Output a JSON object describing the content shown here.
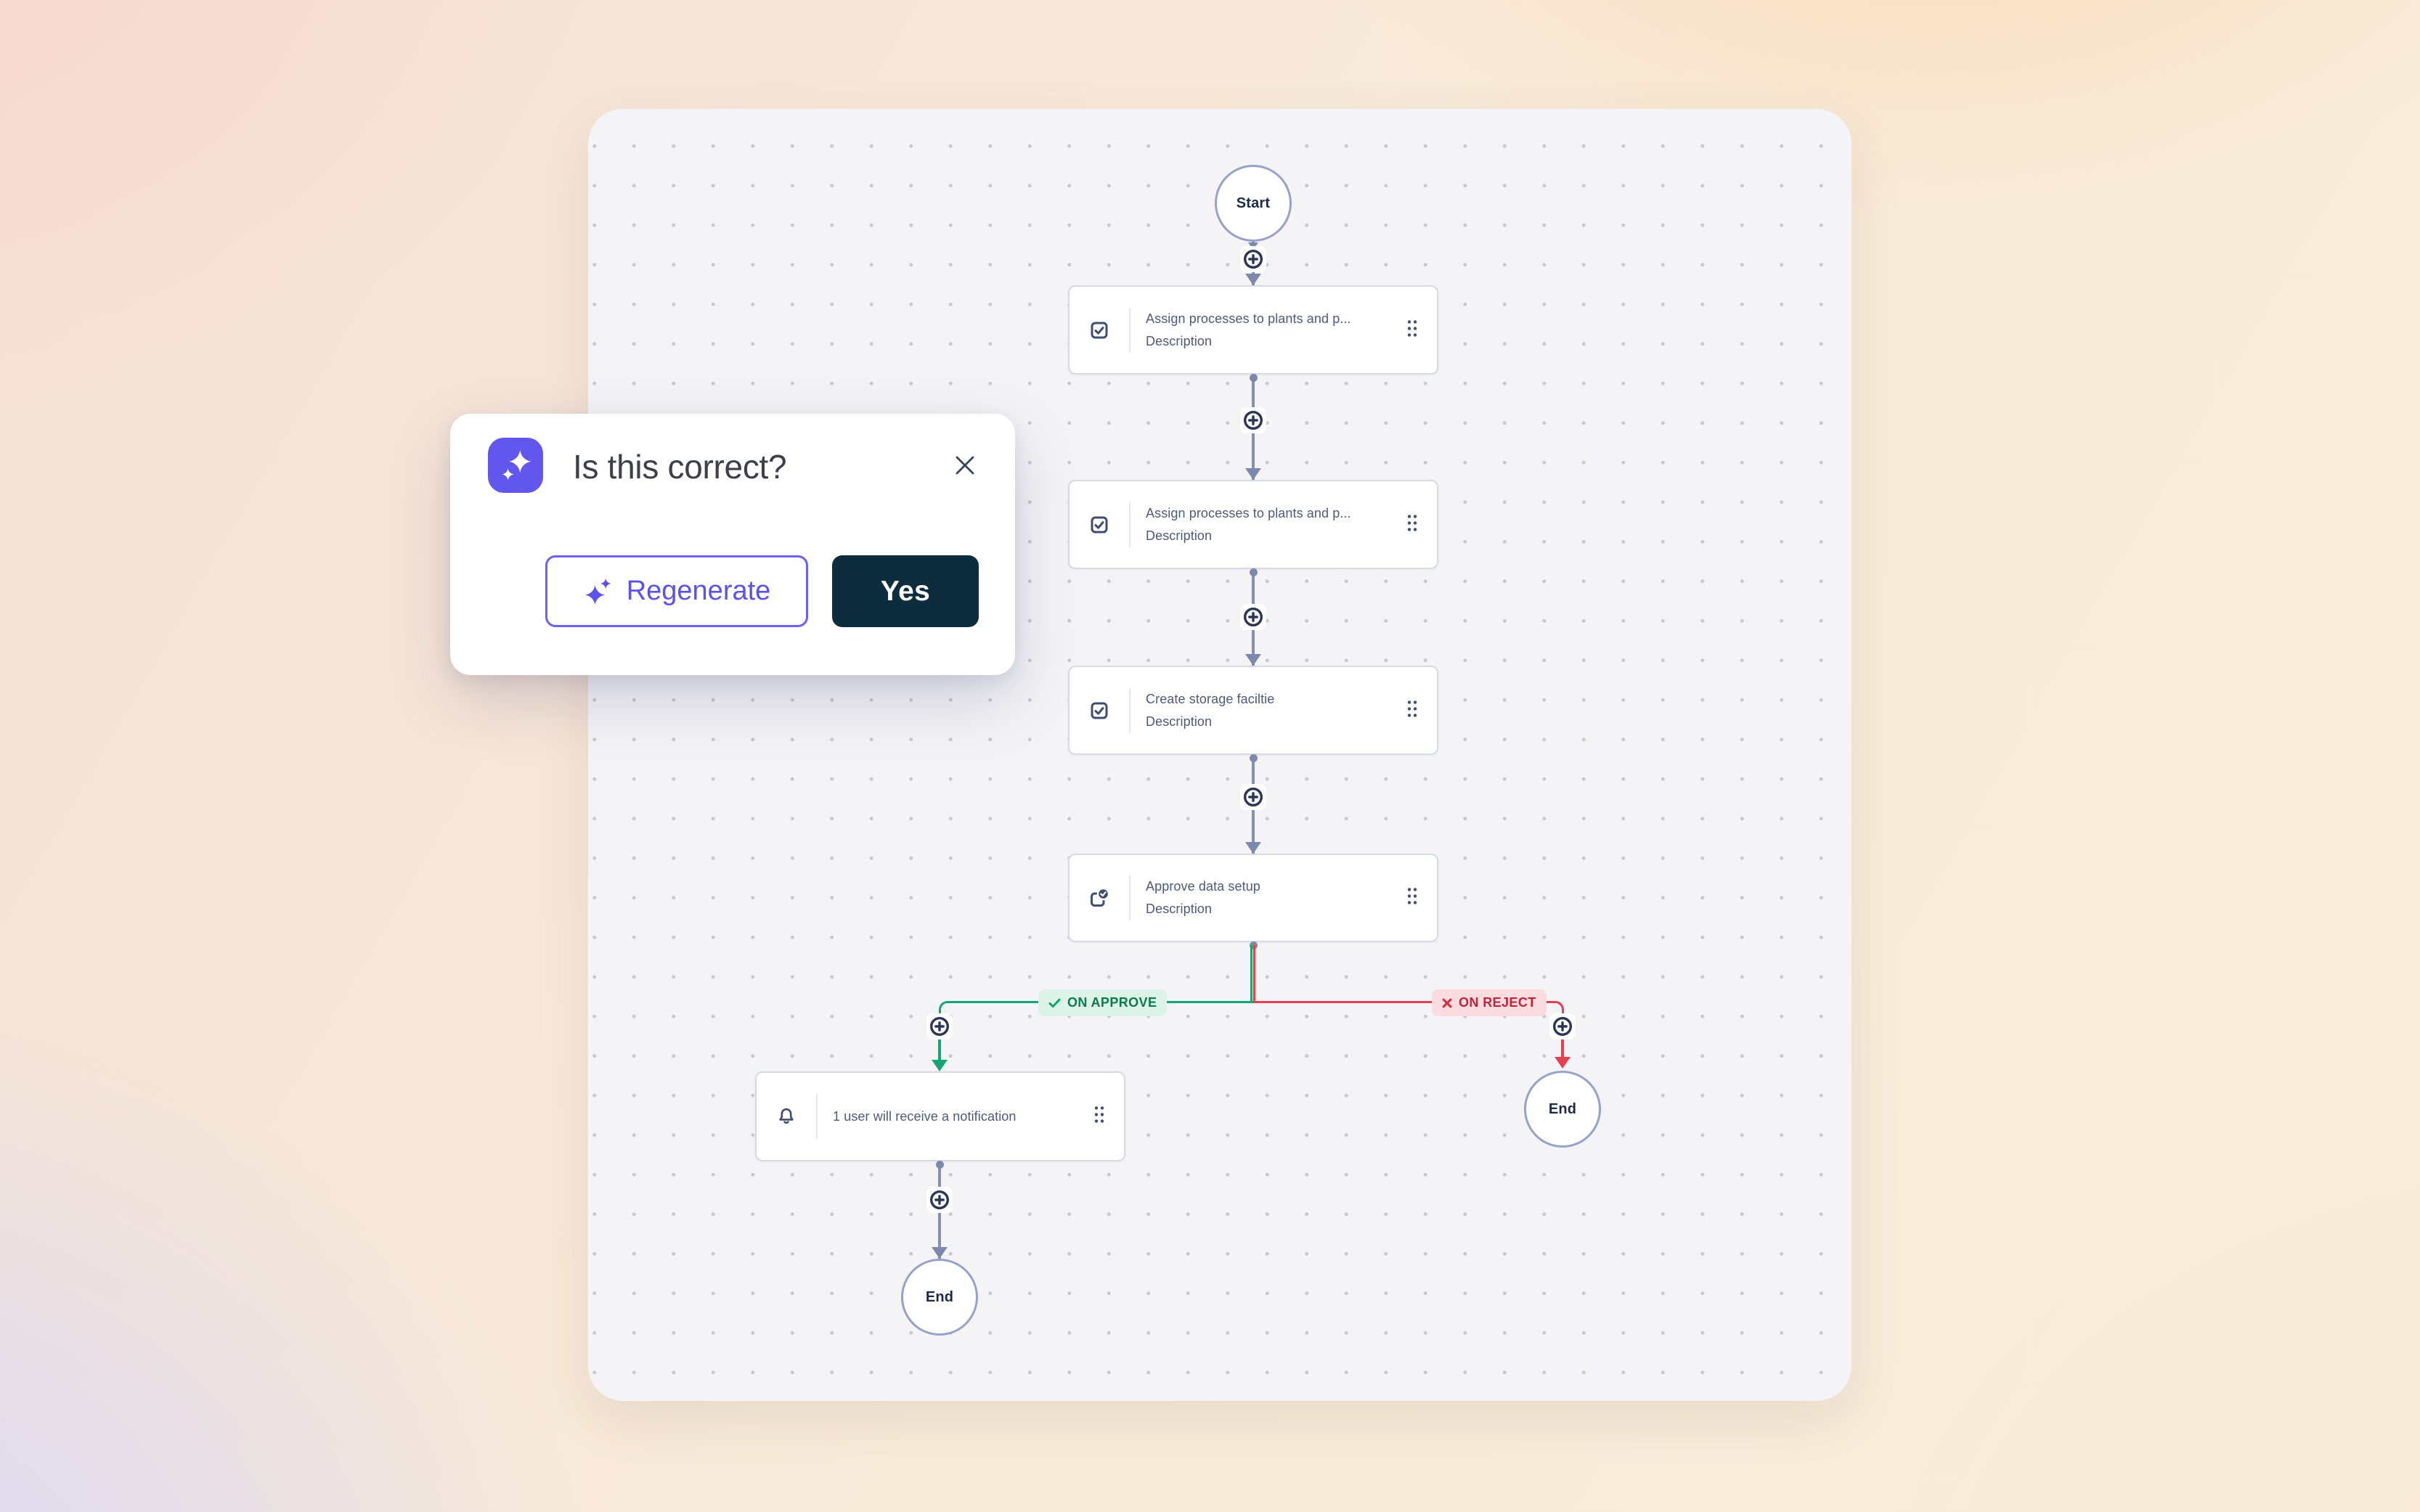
{
  "dialog": {
    "title": "Is this correct?",
    "regenerate_label": "Regenerate",
    "yes_label": "Yes"
  },
  "flow": {
    "start_label": "Start",
    "nodes": [
      {
        "icon": "checkbox-icon",
        "title": "Assign processes to plants and p...",
        "description": "Description"
      },
      {
        "icon": "checkbox-icon",
        "title": "Assign processes to plants and p...",
        "description": "Description"
      },
      {
        "icon": "checkbox-icon",
        "title": "Create storage faciltie",
        "description": "Description"
      },
      {
        "icon": "approval-icon",
        "title": "Approve data setup",
        "description": "Description"
      },
      {
        "icon": "bell-icon",
        "title": "1 user will receive a notification"
      }
    ],
    "branch": {
      "approve_label": "ON APPROVE",
      "reject_label": "ON REJECT"
    },
    "end_left_label": "End",
    "end_right_label": "End"
  },
  "colors": {
    "accent_purple": "#6157ef",
    "dark_button": "#0d2c3e",
    "approve_green": "#17a673",
    "reject_red": "#e4404f",
    "connector_slate": "#8691b2",
    "canvas_bg": "#f4f4f6"
  }
}
